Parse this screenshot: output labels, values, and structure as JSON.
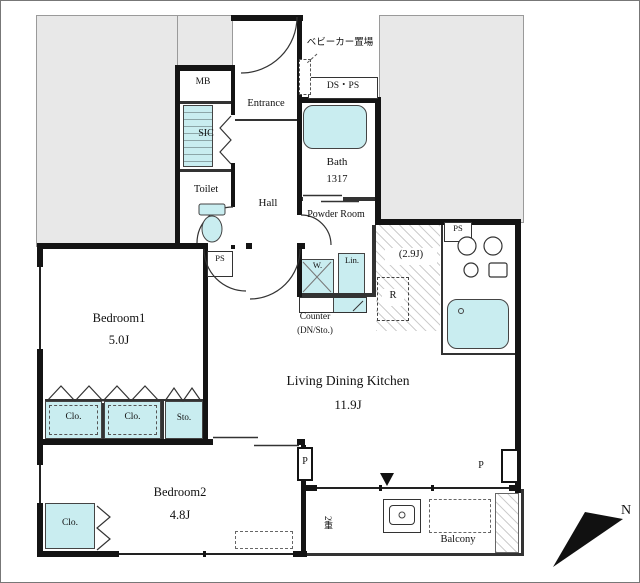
{
  "labels": {
    "mb": "MB",
    "entrance": "Entrance",
    "stroller_area": "ベビーカー置場",
    "ds_ps": "DS・PS",
    "sic": "SIC",
    "toilet": "Toilet",
    "hall": "Hall",
    "bath": "Bath",
    "bath_size": "1317",
    "powder_room": "Powder Room",
    "ps_upper": "PS",
    "ps_lower": "PS",
    "washer": "W.",
    "linen": "Lin.",
    "refrigerator": "R",
    "kitchen_size": "(2.9J)",
    "counter": "Counter",
    "counter_note": "(DN/Sto.)",
    "bedroom1": "Bedroom1",
    "bedroom1_size": "5.0J",
    "ldk": "Living Dining Kitchen",
    "ldk_size": "11.9J",
    "closet_a": "Clo.",
    "closet_b": "Clo.",
    "storage": "Sto.",
    "bedroom2": "Bedroom2",
    "bedroom2_size": "4.8J",
    "closet_c": "Clo.",
    "balcony": "Balcony",
    "pillar_left": "P",
    "pillar_right": "P",
    "double_sash": "2重",
    "compass": "N"
  },
  "colors": {
    "fixture": "#c9edf0",
    "exterior_area": "#e8e8e8",
    "wall": "#141414"
  }
}
